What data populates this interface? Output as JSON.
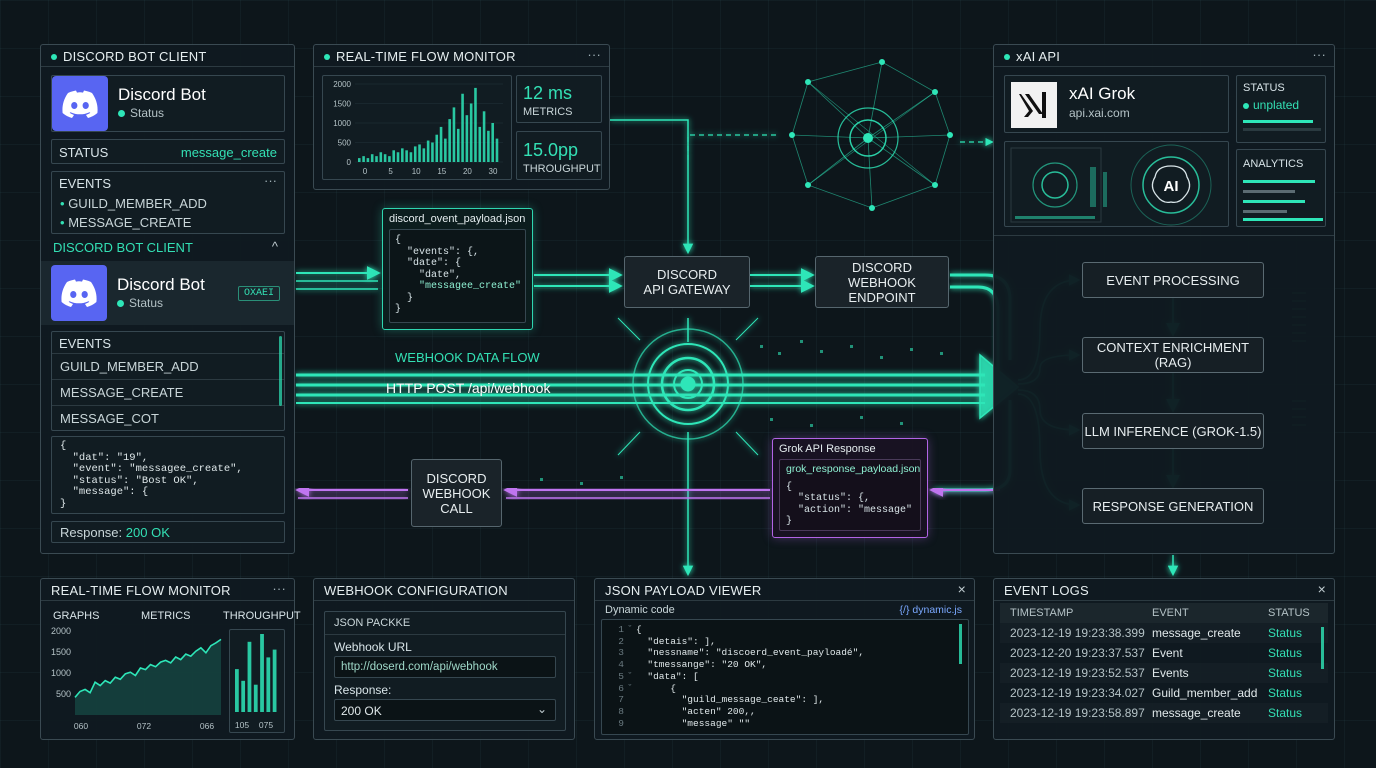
{
  "bot_client": {
    "title": "DISCORD BOT CLIENT",
    "bot_name": "Discord Bot",
    "status_label": "Status",
    "status_row_label": "STATUS",
    "status_row_value": "message_create",
    "events_title": "EVENTS",
    "events": [
      "GUILD_MEMBER_ADD",
      "MESSAGE_CREATE"
    ],
    "section2_title": "DISCORD BOT CLIENT",
    "bot_name_2": "Discord Bot",
    "status_label_2": "Status",
    "badge": "OXAEI",
    "events_title_2": "EVENTS",
    "events_2": [
      "GUILD_MEMBER_ADD",
      "MESSAGE_CREATE",
      "MESSAGE_COT"
    ],
    "json_lines": [
      "{",
      "  \"dat\": \"19\",",
      "  \"event\": \"messagee_create\",",
      "  \"status\": \"Bost OK\",",
      "  \"message\": {",
      "}"
    ],
    "response_label": "Response:",
    "response_value": "200 OK"
  },
  "flow_monitor_top": {
    "title": "REAL-TIME FLOW MONITOR",
    "y_ticks": [
      "2000",
      "1500",
      "1000",
      "500",
      "0"
    ],
    "x_ticks": [
      "0",
      "5",
      "10",
      "15",
      "20",
      "30"
    ],
    "metric1_value": "12 ms",
    "metric1_label": "METRICS",
    "metric2_value": "15.0pp",
    "metric2_label": "THROUGHPUT",
    "chart_bars": [
      2,
      3,
      2,
      4,
      3,
      5,
      4,
      3,
      6,
      5,
      7,
      6,
      5,
      8,
      9,
      7,
      11,
      10,
      14,
      18,
      12,
      22,
      28,
      17,
      35,
      24,
      30,
      38,
      18,
      26,
      16,
      20,
      12
    ]
  },
  "xai": {
    "title": "xAI API",
    "name": "xAI Grok",
    "host": "api.xai.com",
    "status_title": "STATUS",
    "status_value": "unplated",
    "analytics_title": "ANALYTICS",
    "brain_label": "AI"
  },
  "flow": {
    "payload_file": "discord_ovent_payload.json",
    "payload_lines": [
      "{",
      "  \"events\": {,",
      "  \"date\": {",
      "    \"date\",",
      "    \"messagee_create\"",
      "  }",
      "}"
    ],
    "gateway": "DISCORD\nAPI GATEWAY",
    "webhook_endpoint": "DISCORD\nWEBHOOK ENDPOINT",
    "webhook_flow_label": "WEBHOOK DATA FLOW",
    "http_post_label": "HTTP POST /api/webhook",
    "webhook_call": "DISCORD\nWEBHOOK\nCALL",
    "grok_response_title": "Grok API Response",
    "grok_response_file": "grok_response_payload.json",
    "grok_response_lines": [
      "{",
      "  \"status\": {,",
      "  \"action\": \"message\"",
      "}"
    ]
  },
  "pipeline": {
    "steps": [
      "EVENT PROCESSING",
      "CONTEXT ENRICHMENT (RAG)",
      "LLM INFERENCE (GROK-1.5)",
      "RESPONSE GENERATION"
    ]
  },
  "flow_monitor_bottom": {
    "title": "REAL-TIME FLOW MONITOR",
    "col1": "GRAPHS",
    "col2": "METRICS",
    "col3": "THROUGHPUT",
    "y_ticks": [
      "2000",
      "1500",
      "1000",
      "500"
    ],
    "x_ticks": [
      "060",
      "072",
      "066",
      "105",
      "075"
    ],
    "line_values": [
      420,
      560,
      610,
      530,
      780,
      700,
      820,
      760,
      900,
      850,
      980,
      1020,
      940,
      1120,
      1080,
      1200,
      1150,
      1260,
      1300,
      1240,
      1380,
      1320,
      1450,
      1400,
      1520,
      1600,
      1480,
      1650,
      1720,
      1800
    ],
    "throughput_bars": [
      0.55,
      0.4,
      0.9,
      0.35,
      1.0,
      0.7,
      0.8
    ]
  },
  "webhook_config": {
    "title": "WEBHOOK CONFIGURATION",
    "tab": "JSON PACKKE",
    "url_label": "Webhook URL",
    "url_value": "http://doserd.com/api/webhook",
    "response_label": "Response:",
    "response_value": "200 OK"
  },
  "json_viewer": {
    "title": "JSON PAYLOAD VIEWER",
    "sub": "Dynamic code",
    "tag": "{/} dynamic.js",
    "line_numbers": [
      "1",
      "2",
      "3",
      "4",
      "5",
      "6",
      "7",
      "8",
      "9"
    ],
    "lines": [
      "{",
      "  \"detais\": ],",
      "  \"nessname\": \"discoerd_event_payloadé\",",
      "  \"tmessange\": \"20 OK\",",
      "  \"data\": [",
      "      {",
      "        \"guild_message_ceate\": ],",
      "        \"acten\" 200,,",
      "        \"message\" \"\""
    ]
  },
  "event_logs": {
    "title": "EVENT LOGS",
    "headers": [
      "TIMESTAMP",
      "EVENT",
      "STATUS"
    ],
    "rows": [
      [
        "2023-12-19 19:23:38.399",
        "message_create",
        "Status"
      ],
      [
        "2023-12-20 19:23:37.537",
        "Event",
        "Status"
      ],
      [
        "2023-12-19 19:23:52.537",
        "Events",
        "Status"
      ],
      [
        "2023-12-19 19:23:34.027",
        "Guild_member_add",
        "Status"
      ],
      [
        "2023-12-19 19:23:58.897",
        "message_create",
        "Status"
      ]
    ]
  },
  "colors": {
    "accent": "#2ee6b8",
    "purple": "#b264e6",
    "discord": "#5865f2"
  }
}
